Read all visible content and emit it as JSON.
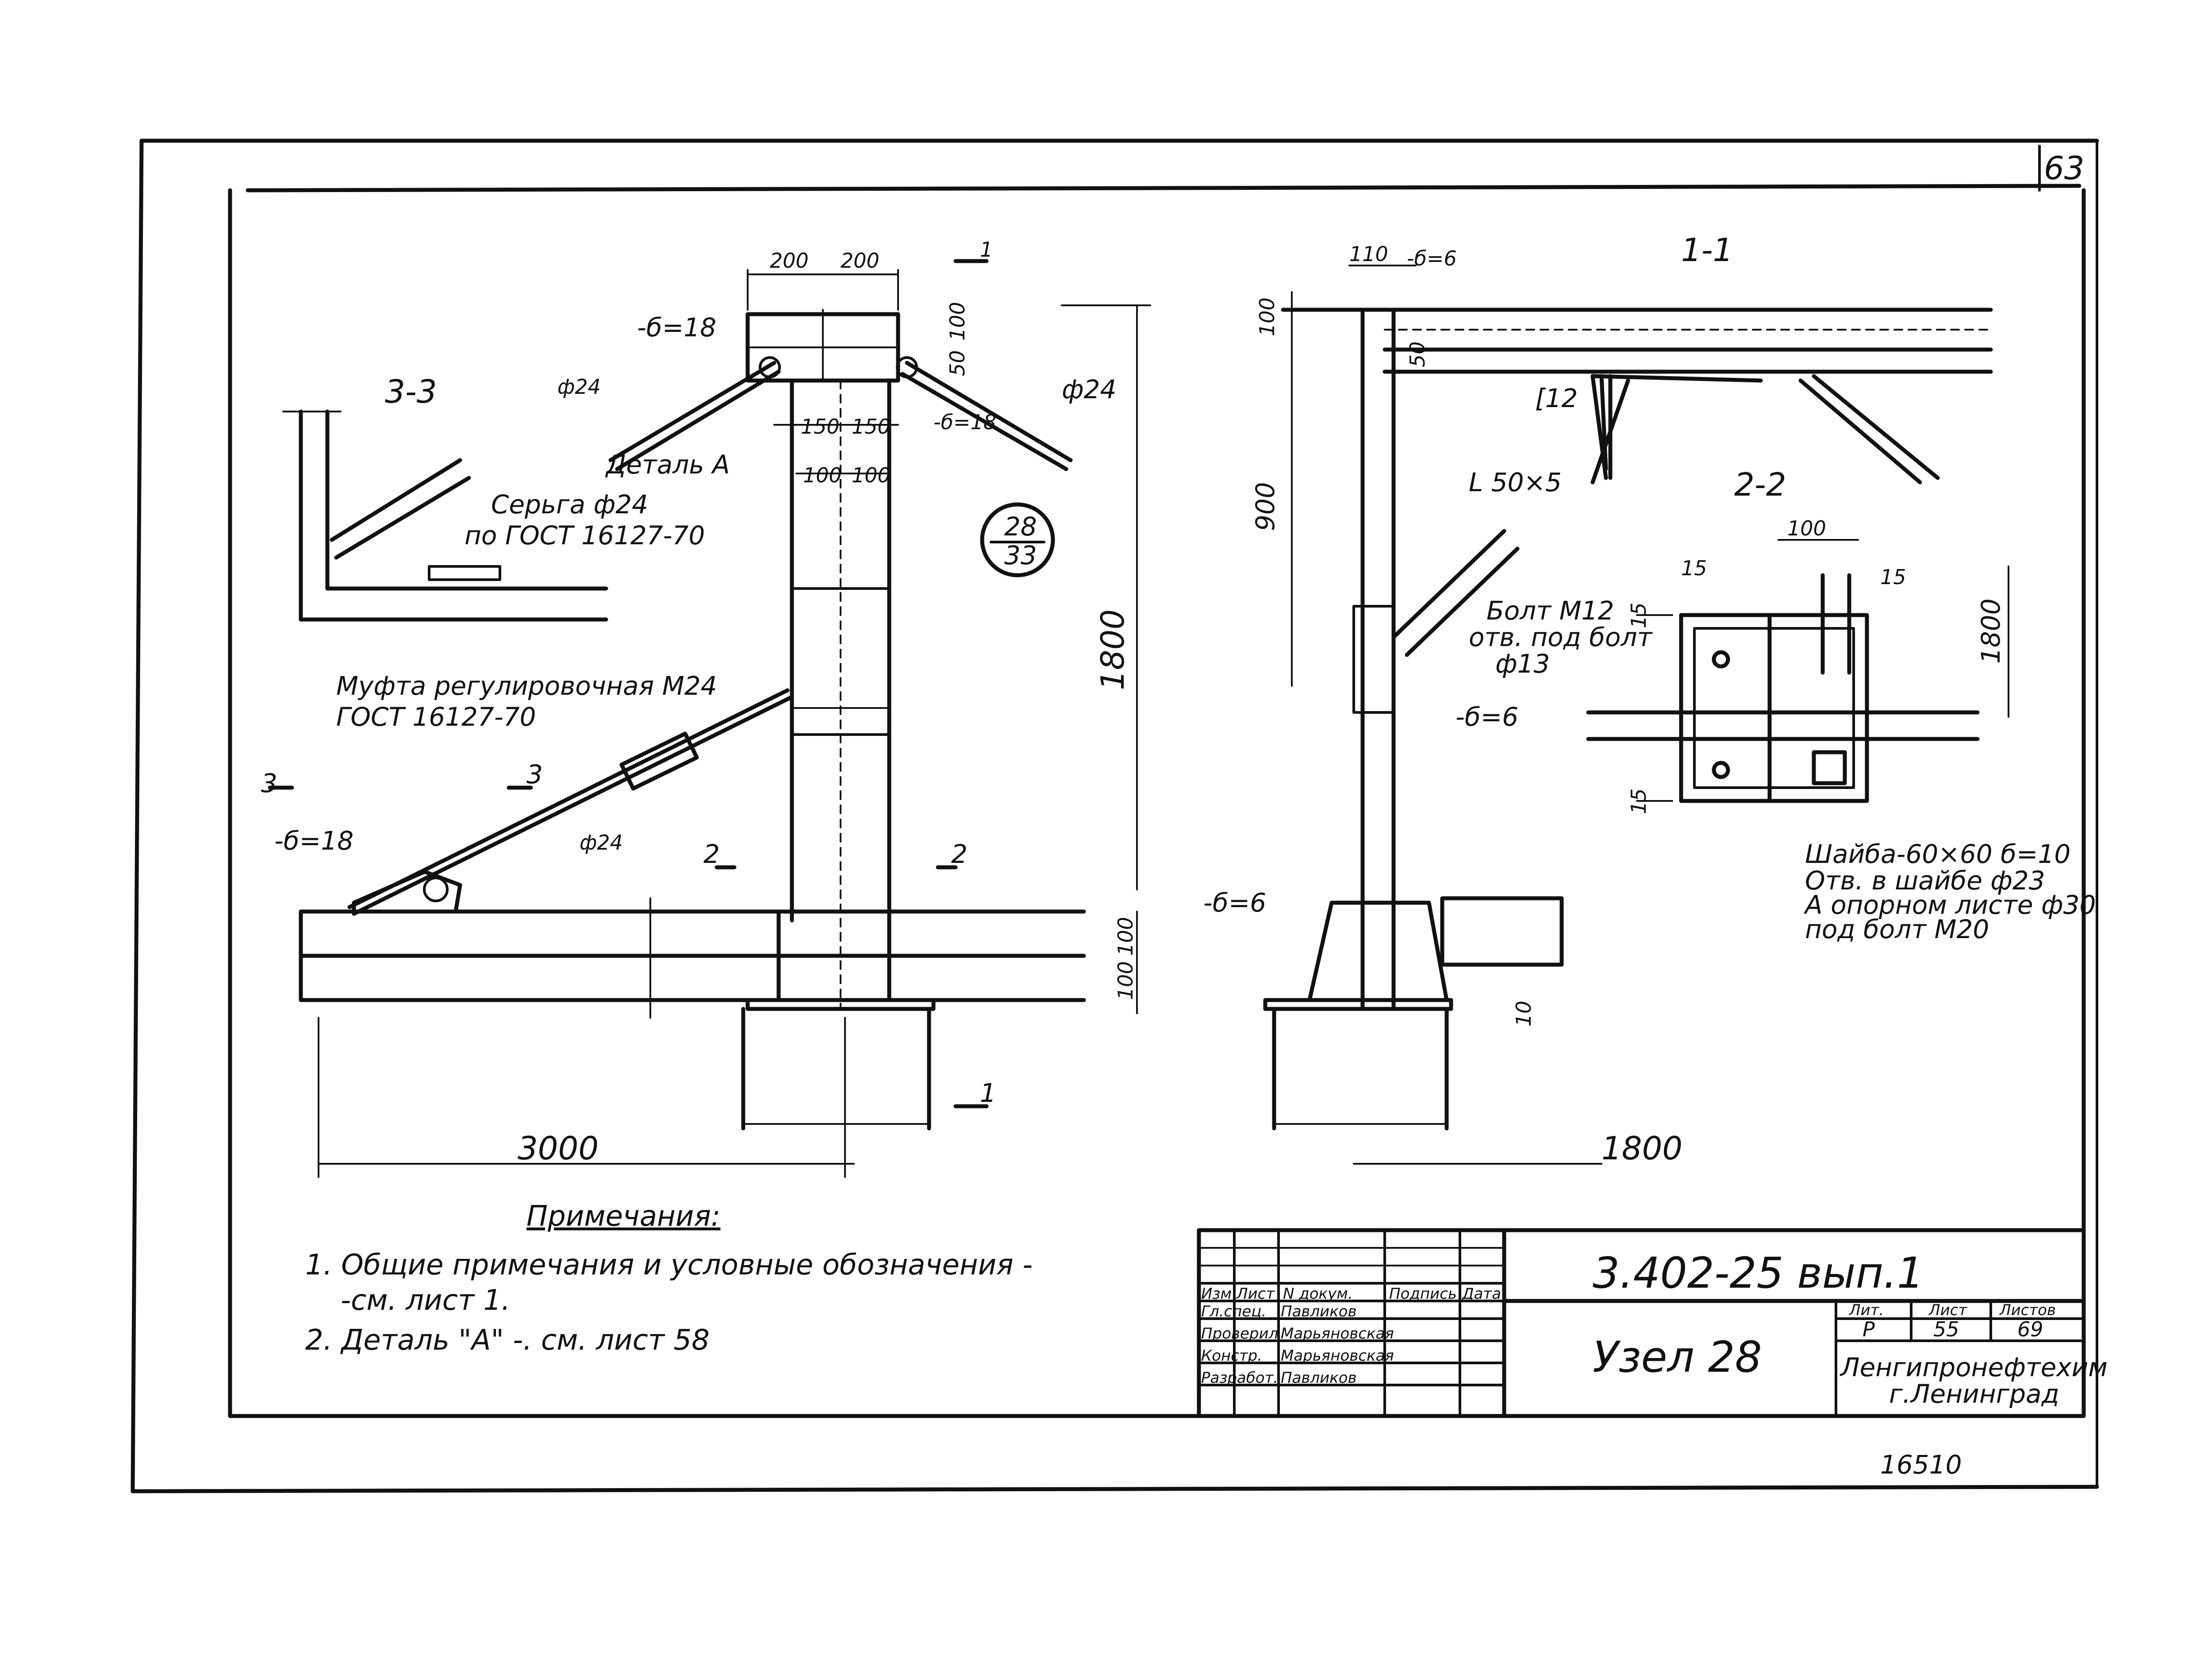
{
  "sheet": {
    "page_number": "63",
    "archive_number": "16510"
  },
  "circle_ref": {
    "top": "28",
    "bottom": "33"
  },
  "view_left": {
    "dims_top": [
      "200",
      "200"
    ],
    "plate_top": "-б=18",
    "plate_right": "-б=18",
    "rod_left": "ф24",
    "rod_right": "ф24",
    "detail_ref": "Деталь А",
    "dims_mid": [
      "150",
      "150"
    ],
    "dims_mid2": [
      "100",
      "100"
    ],
    "dim_side": [
      "100",
      "50"
    ],
    "dim_height": "1800",
    "dims_bottom_right": [
      "100",
      "100"
    ],
    "dim_span": "3000",
    "section_mark_1": "1",
    "section_mark_2": "2",
    "section_mark_3": "3",
    "coupling_label": "Муфта регулировочная М24",
    "coupling_gost": "ГОСТ 16127-70",
    "plate_low": "-б=18",
    "rod_low": "ф24"
  },
  "view_3_3": {
    "title": "3-3",
    "earring": "Серьга ф24",
    "earring_gost": "по ГОСТ 16127-70"
  },
  "view_1_1": {
    "title": "1-1",
    "dim_110": "110",
    "plate_6": "-б=6",
    "dim_100": "100",
    "dim_50": "50",
    "channel": "[12",
    "dim_900": "900",
    "angle": "L 50×5",
    "bolt": "Болт М12",
    "bolt_hole": "отв. под болт",
    "bolt_dia": "ф13",
    "plate_mid": "-б=6",
    "plate_base": "-б=6",
    "dim_10": "10",
    "dim_1800": "1800"
  },
  "view_2_2": {
    "title": "2-2",
    "dim_100": "100",
    "dim_15a": "15",
    "dim_15b": "15",
    "dim_15c": "15",
    "dim_15d": "15",
    "dim_1800": "1800",
    "washer_1": "Шайба-60×60 б=10",
    "washer_2": "Отв. в шайбе ф23",
    "washer_3": "А опорном листе ф30",
    "washer_4": "под болт М20"
  },
  "notes": {
    "title": "Примечания:",
    "items": [
      "1. Общие примечания и условные обозначения -",
      "-см. лист 1.",
      "2. Деталь \"А\" -. см. лист 58"
    ]
  },
  "title_block": {
    "code": "3.402-25 вып.1",
    "name": "Узел 28",
    "org_1": "Ленгипронефтехим",
    "org_2": "г.Ленинград",
    "stage_hdr": "Лит.",
    "sheet_hdr": "Лист",
    "sheets_hdr": "Листов",
    "stage": "Р",
    "sheet": "55",
    "sheets": "69",
    "hdr": [
      "Изм",
      "Лист",
      "N докум.",
      "Подпись",
      "Дата"
    ],
    "rows": [
      {
        "role": "Гл.спец.",
        "name": "Павликов"
      },
      {
        "role": "Проверил",
        "name": "Марьяновская"
      },
      {
        "role": "Констр.",
        "name": "Марьяновская"
      },
      {
        "role": "Разработ.",
        "name": "Павликов"
      }
    ]
  }
}
